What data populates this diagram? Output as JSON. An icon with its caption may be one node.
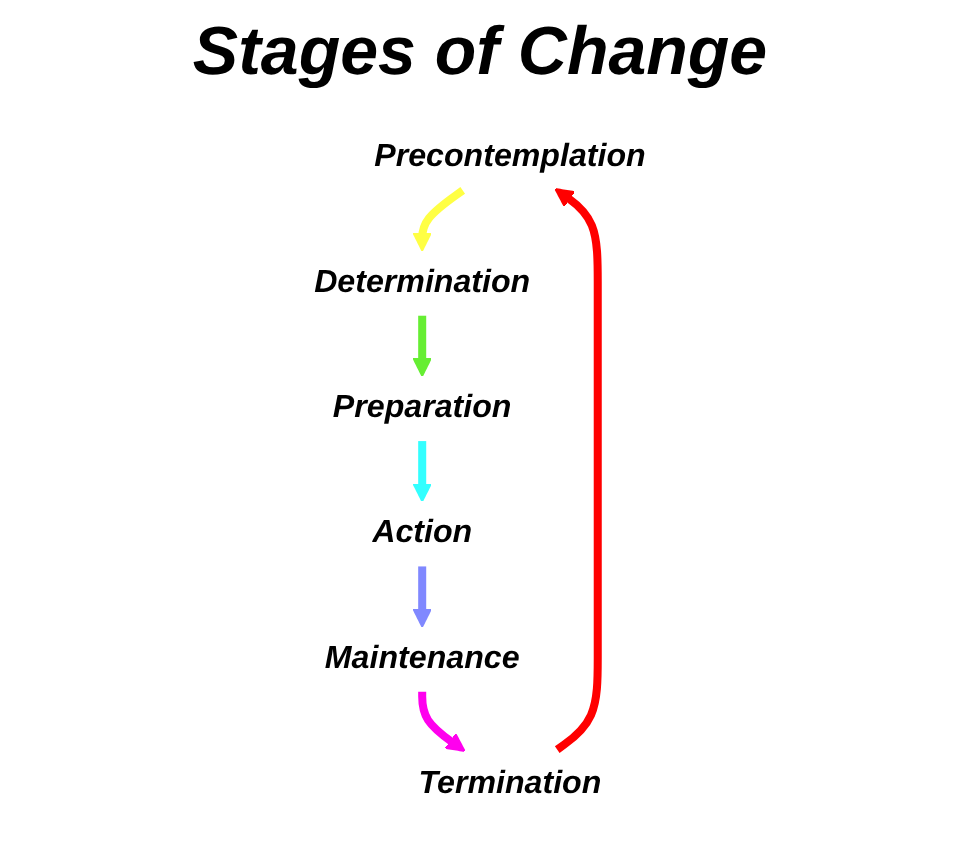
{
  "diagram": {
    "title": "Stages of Change",
    "nodes": [
      {
        "text": [
          "Precontemplation"
        ]
      },
      {
        "text": [
          "Determination"
        ]
      },
      {
        "text": [
          "Preparation"
        ]
      },
      {
        "text": [
          "Action"
        ]
      },
      {
        "text": [
          "Maintenance"
        ]
      },
      {
        "text": [
          "Termination"
        ]
      }
    ],
    "edges": [
      {
        "from": 0,
        "to": 1,
        "arrow": "to",
        "color": "#ffff44"
      },
      {
        "from": 1,
        "to": 2,
        "arrow": "to",
        "color": "#66ee33"
      },
      {
        "from": 2,
        "to": 3,
        "arrow": "to",
        "color": "#33ffff"
      },
      {
        "from": 3,
        "to": 4,
        "arrow": "to",
        "color": "#8088ff"
      },
      {
        "from": 4,
        "to": 5,
        "arrow": "to",
        "color": "#ff00ee"
      },
      {
        "from": 5,
        "to": 0,
        "arrow": "to",
        "color": "#ff0000"
      }
    ]
  }
}
